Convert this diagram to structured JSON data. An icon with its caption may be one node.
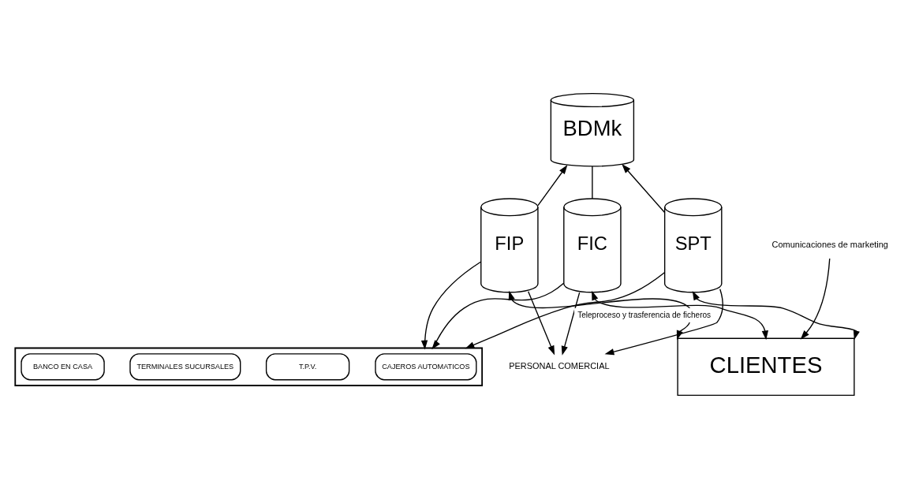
{
  "diagram": {
    "nodes": [
      {
        "text": [
          "BDMk"
        ]
      },
      {
        "text": [
          "FIP"
        ]
      },
      {
        "text": [
          "FIC"
        ]
      },
      {
        "text": [
          "SPT"
        ]
      },
      {
        "text": [
          "PERSONAL COMERCIAL"
        ]
      },
      {
        "text": [
          "CLIENTES"
        ]
      },
      {
        "text": [],
        "shape": "box"
      },
      {
        "text": [
          "CAJEROS AUTOMATICOS"
        ],
        "in": 6
      },
      {
        "text": [
          "T.P.V."
        ],
        "in": 6
      },
      {
        "text": [
          "TERMINALES SUCURSALES"
        ],
        "in": 6
      },
      {
        "text": [
          "BANCO EN CASA"
        ],
        "in": 6
      },
      {
        "text": [
          "Comunicaciones de marketing"
        ]
      }
    ],
    "edges": [
      {
        "from": 1,
        "to": 0,
        "arrow": "to"
      },
      {
        "from": 2,
        "to": 0,
        "arrow": "none"
      },
      {
        "from": 3,
        "to": 0,
        "arrow": "to"
      },
      {
        "from": 1,
        "to": 4,
        "arrow": "to"
      },
      {
        "from": 2,
        "to": 4,
        "arrow": "to",
        "label": "Teleproceso y trasferencia de ficheros"
      },
      {
        "from": 3,
        "to": 4,
        "arrow": "to"
      },
      {
        "from": 1,
        "to": 5,
        "arrow": "both"
      },
      {
        "from": 2,
        "to": 5,
        "arrow": "both"
      },
      {
        "from": 3,
        "to": 5,
        "arrow": "both"
      },
      {
        "from": 1,
        "to": 6,
        "arrow": "to"
      },
      {
        "from": 2,
        "to": 6,
        "arrow": "to"
      },
      {
        "from": 3,
        "to": 6,
        "arrow": "to"
      },
      {
        "from": 11,
        "to": 5,
        "arrow": "to"
      }
    ]
  }
}
